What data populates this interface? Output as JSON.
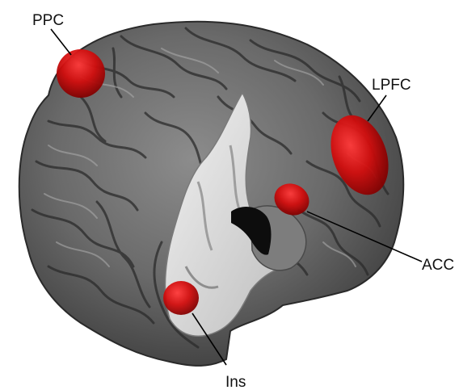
{
  "figure": {
    "kind": "3d brain render, lateral-oblique view with medial cutaway",
    "colors": {
      "background": "#ffffff",
      "cortex_dark": "#3a3a3a",
      "cortex_mid": "#6e6e6e",
      "cortex_light": "#9a9a9a",
      "white_matter": "#d9d9d9",
      "ventricle": "#0d0d0d",
      "roi_red": "#d10d0d",
      "leader_line": "#000000"
    },
    "regions": [
      {
        "id": "ppc",
        "label": "PPC"
      },
      {
        "id": "lpfc",
        "label": "LPFC"
      },
      {
        "id": "acc",
        "label": "ACC"
      },
      {
        "id": "ins",
        "label": "Ins"
      }
    ]
  }
}
